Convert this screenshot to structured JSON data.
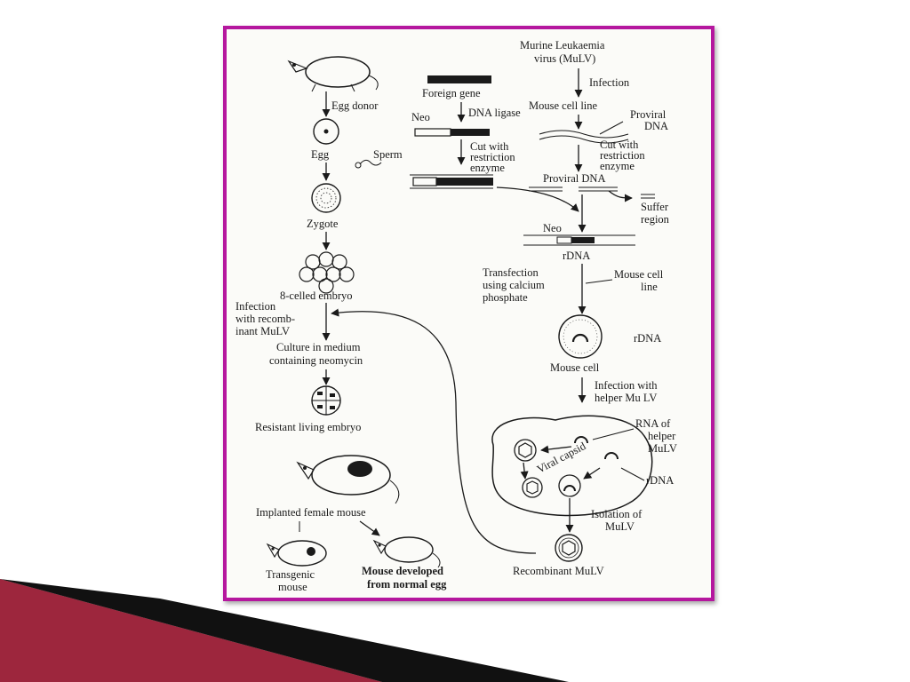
{
  "colors": {
    "frame_border": "#b5179e",
    "wedge_dark": "#8b1a2e",
    "wedge_mid": "#c0405a",
    "wedge_black": "#111111"
  },
  "icons": [
    "mouse-icon",
    "egg-cell-icon",
    "zygote-icon",
    "embryo-cluster-icon",
    "resistant-embryo-icon",
    "cell-icon",
    "viral-capsid-icon"
  ],
  "labels": {
    "egg_donor": "Egg donor",
    "egg": "Egg",
    "sperm": "Sperm",
    "zygote": "Zygote",
    "eight_celled": "8-celled embryo",
    "infection_1": "Infection",
    "infection_2": "with recomb-",
    "infection_3": "inant MuLV",
    "culture_1": "Culture in medium",
    "culture_2": "containing neomycin",
    "resistant": "Resistant living embryo",
    "implanted": "Implanted female mouse",
    "transgenic_1": "Transgenic",
    "transgenic_2": "mouse",
    "normal_1": "Mouse developed",
    "normal_2": "from normal egg",
    "foreign_gene": "Foreign gene",
    "neo_top": "Neo",
    "dna_ligase": "DNA ligase",
    "cut_left_1": "Cut with",
    "cut_left_2": "restriction",
    "cut_left_3": "enzyme",
    "murine_1": "Murine Leukaemia",
    "murine_2": "virus (MuLV)",
    "infection_top": "Infection",
    "mouse_cell_line_top": "Mouse cell line",
    "proviral_1": "Proviral",
    "proviral_2": "DNA",
    "cut_right_1": "Cut with",
    "cut_right_2": "restriction",
    "cut_right_3": "enzyme",
    "proviral_dna": "Proviral DNA",
    "suffer_1": "Suffer",
    "suffer_2": "region",
    "neo_mid": "Neo",
    "rdna_mid": "rDNA",
    "transfection_1": "Transfection",
    "transfection_2": "using calcium",
    "transfection_3": "phosphate",
    "mouse_cell_line_mid_1": "Mouse cell",
    "mouse_cell_line_mid_2": "line",
    "rdna_cell": "rDNA",
    "mouse_cell": "Mouse cell",
    "helper_1": "Infection with",
    "helper_2": "helper Mu LV",
    "rna_1": "RNA of",
    "rna_2": "helper",
    "rna_3": "MuLV",
    "viral_capsid": "Viral capsid",
    "rdna_big": "rDNA",
    "isolation_1": "Isolation of",
    "isolation_2": "MuLV",
    "recombinant": "Recombinant MuLV"
  }
}
